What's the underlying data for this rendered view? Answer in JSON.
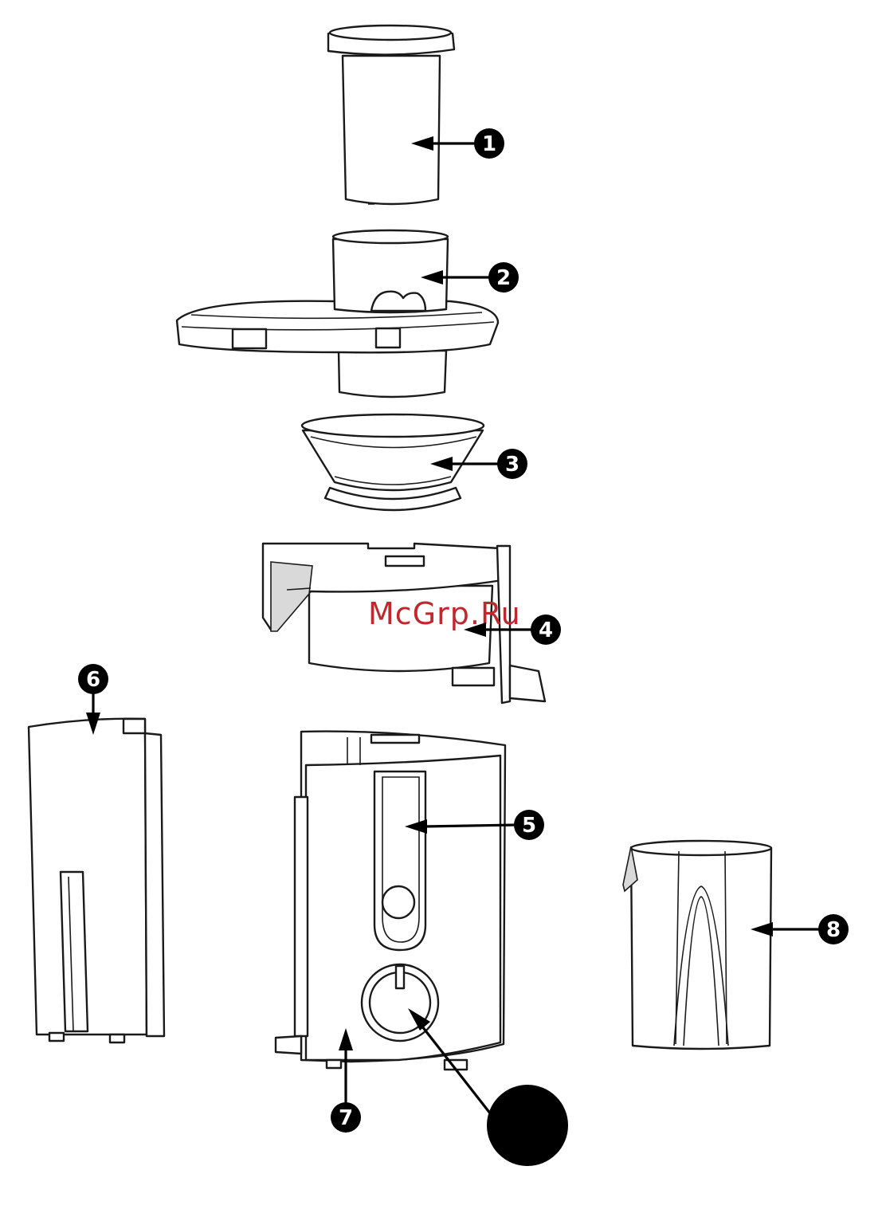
{
  "watermark": "McGrp.Ru",
  "colors": {
    "watermark": "#c0282d",
    "line": "#1a1a1a",
    "callout": "#000000"
  },
  "callouts": [
    {
      "id": "1",
      "label": "1"
    },
    {
      "id": "2",
      "label": "2"
    },
    {
      "id": "3",
      "label": "3"
    },
    {
      "id": "4",
      "label": "4"
    },
    {
      "id": "5",
      "label": "5"
    },
    {
      "id": "6",
      "label": "6"
    },
    {
      "id": "7",
      "label": "7"
    },
    {
      "id": "8",
      "label": "8"
    },
    {
      "id": "9",
      "label": ""
    }
  ]
}
